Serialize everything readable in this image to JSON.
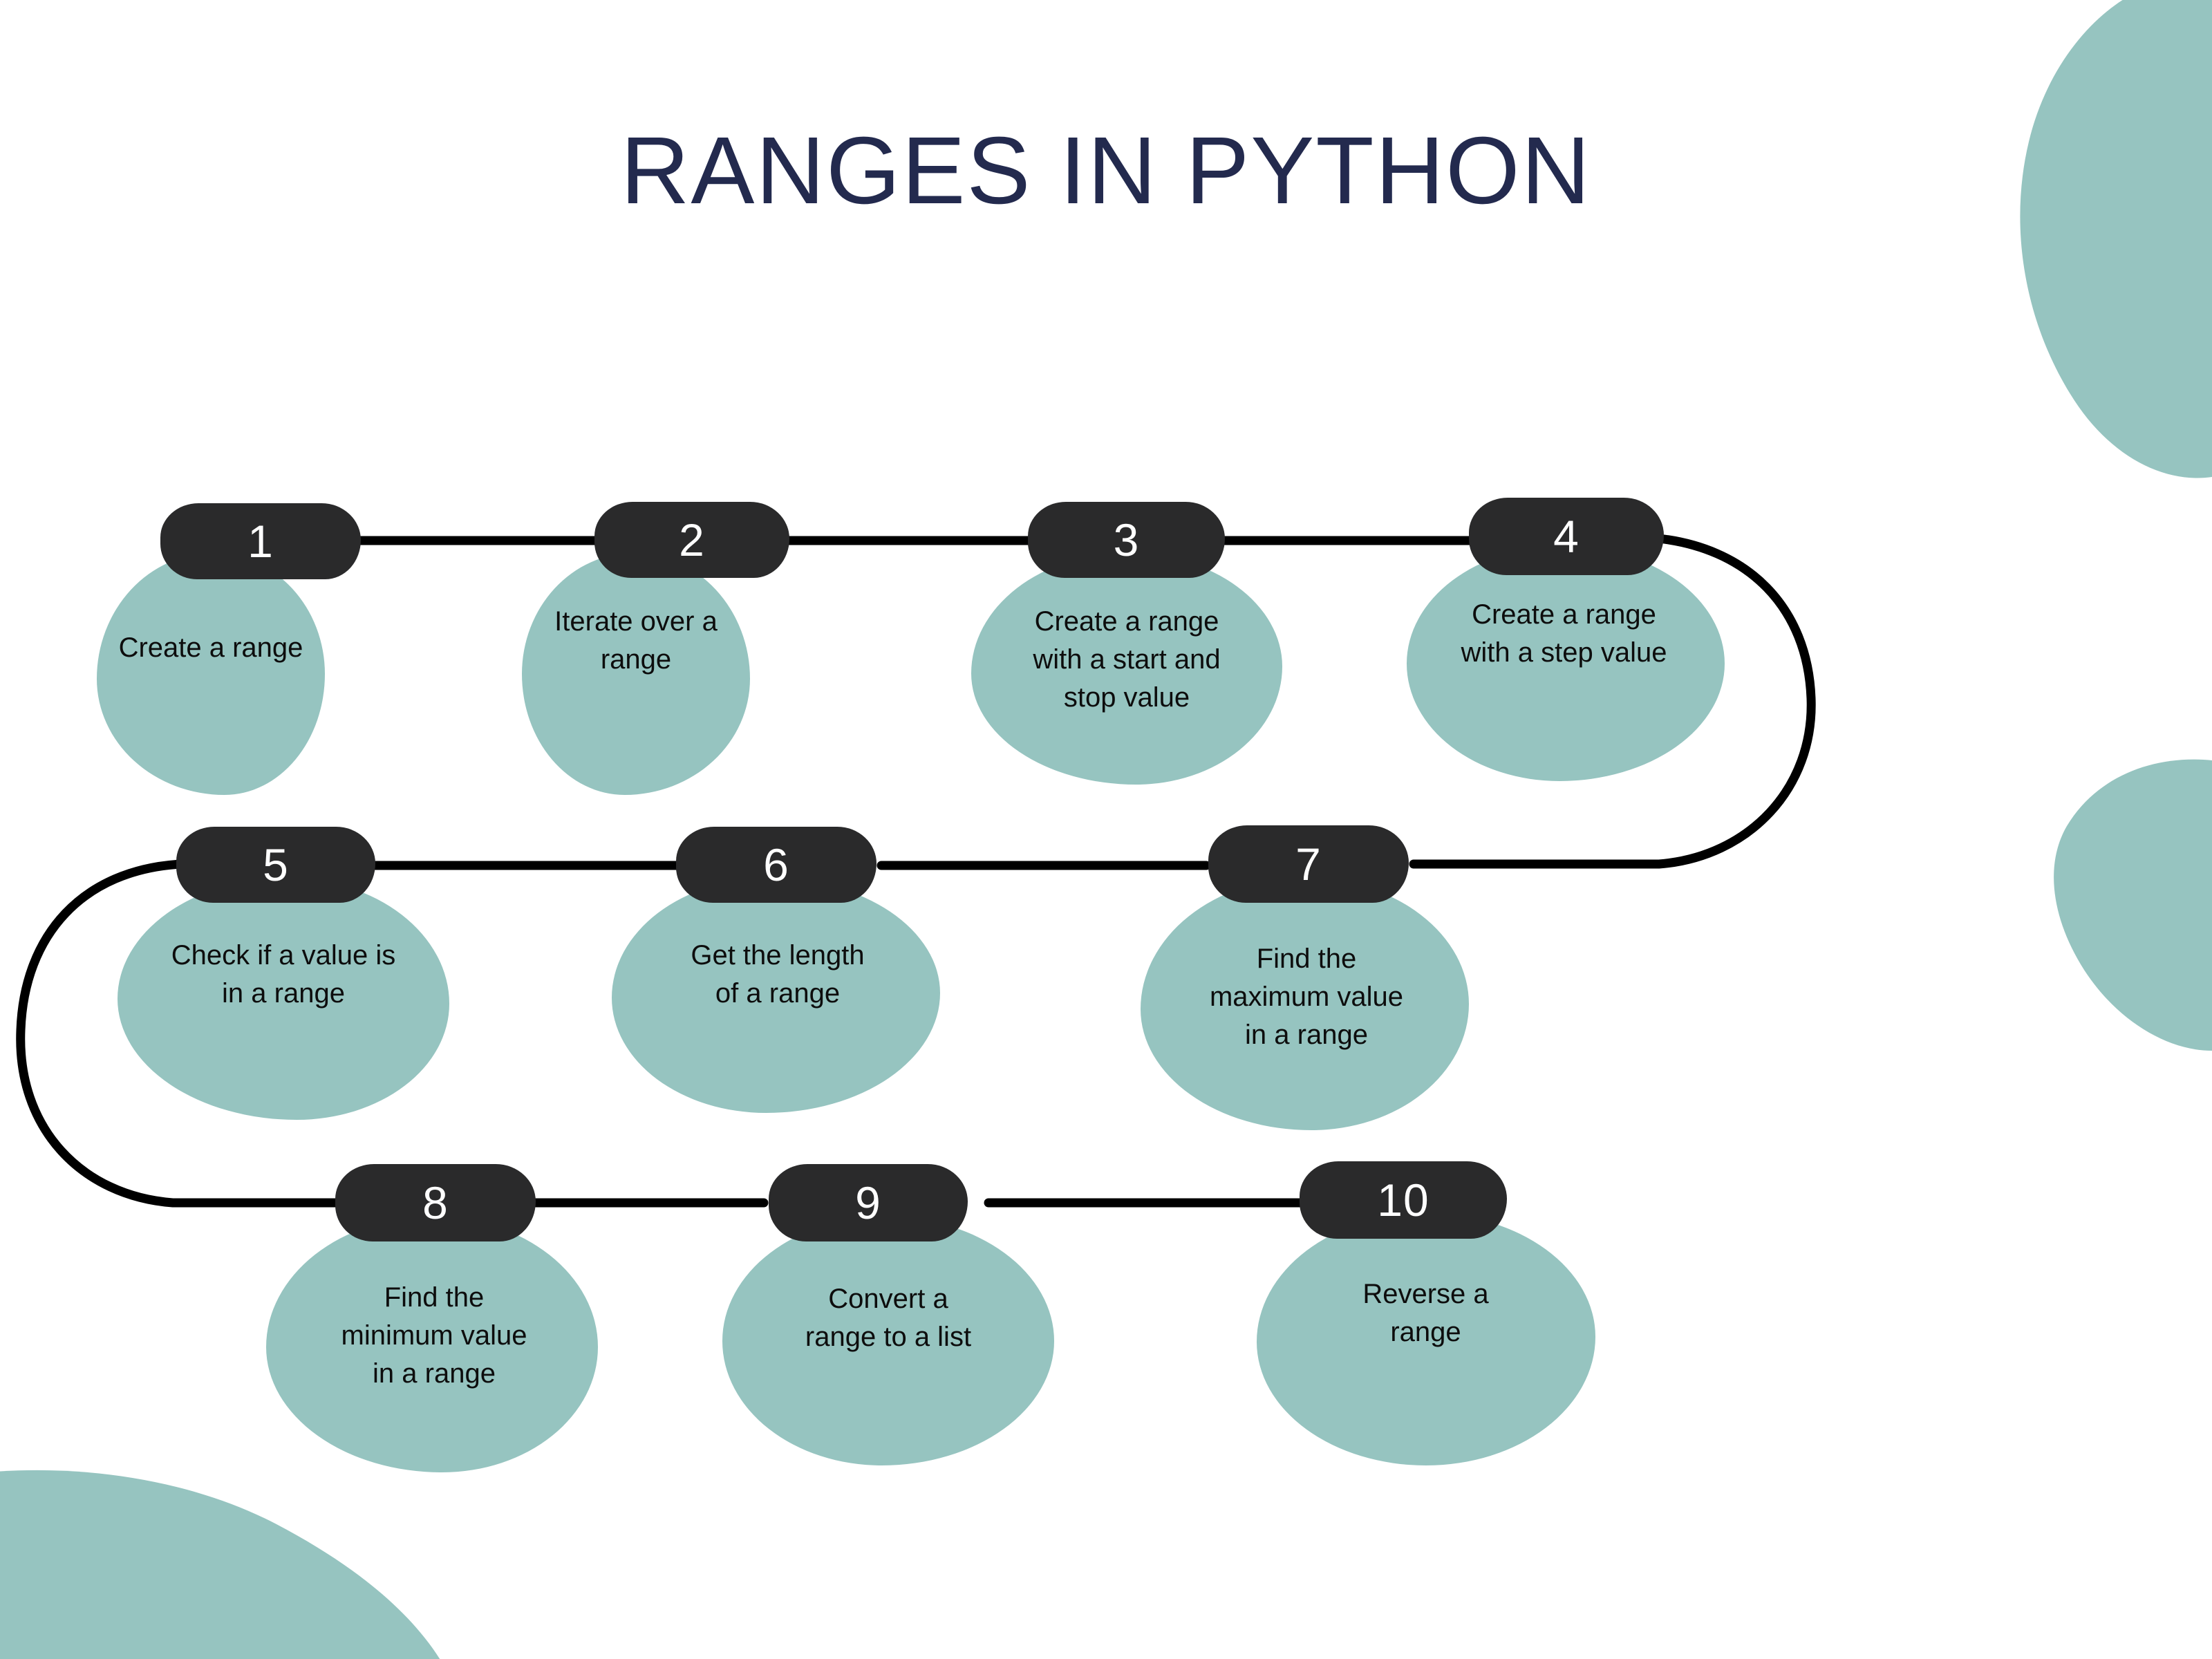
{
  "title": "RANGES IN PYTHON",
  "colors": {
    "title": "#232A4E",
    "blob_teal": "#96C4C0",
    "badge_dark": "#2A2A2B",
    "label_text": "#0D0D0D",
    "badge_text": "#FFFFFF",
    "connector_line": "#000000",
    "background": "#FFFFFF"
  },
  "steps": [
    {
      "number": "1",
      "label": "Create a range"
    },
    {
      "number": "2",
      "label": "Iterate over a\nrange"
    },
    {
      "number": "3",
      "label": "Create a range\nwith a start and\nstop value"
    },
    {
      "number": "4",
      "label": "Create a range\nwith a step value"
    },
    {
      "number": "5",
      "label": "Check if a value is\nin a range"
    },
    {
      "number": "6",
      "label": "Get the length\nof a range"
    },
    {
      "number": "7",
      "label": "Find the\nmaximum value\nin a range"
    },
    {
      "number": "8",
      "label": "Find the\nminimum value\nin a range"
    },
    {
      "number": "9",
      "label": "Convert a\nrange to a list"
    },
    {
      "number": "10",
      "label": "Reverse a\nrange"
    }
  ]
}
